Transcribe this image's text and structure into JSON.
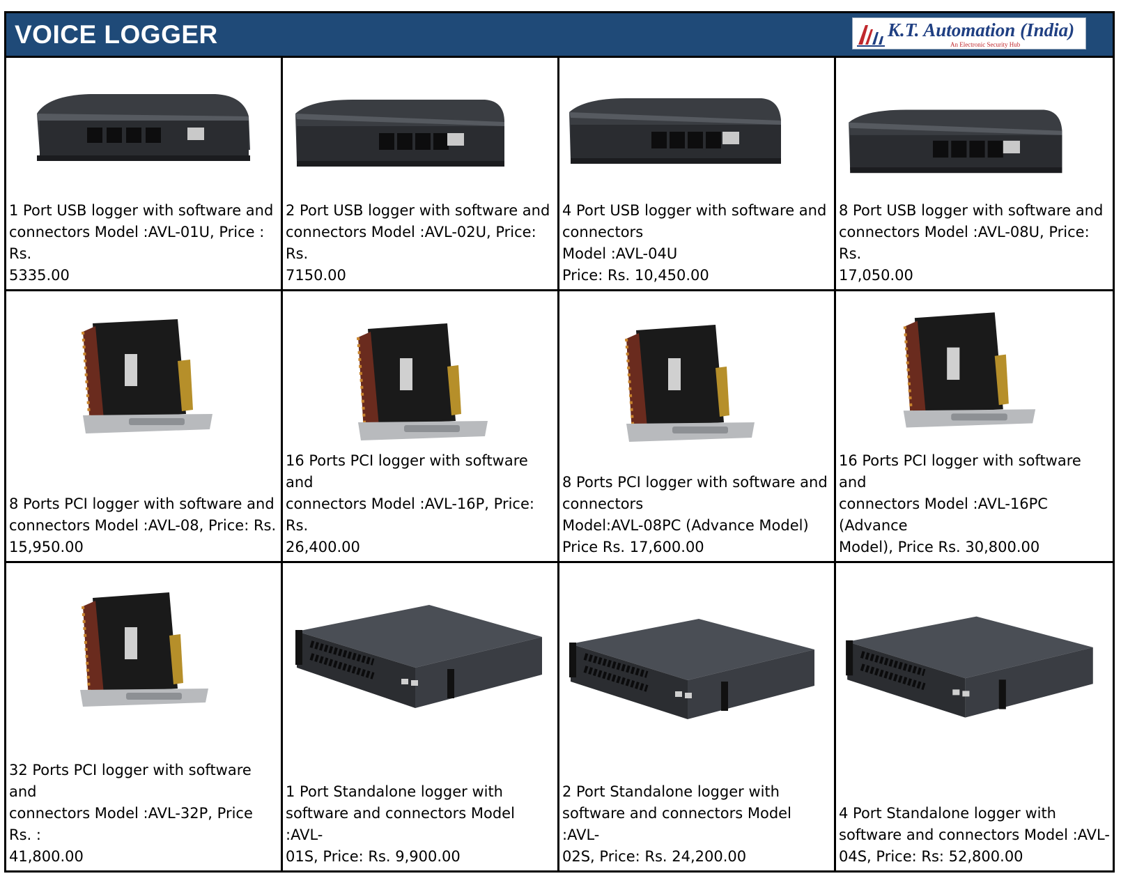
{
  "header": {
    "title": "VOICE LOGGER",
    "brand_name": "K.T. Automation (India)",
    "brand_tagline": "An Electronic Security Hub",
    "brand_bg_color": "#1f4a78"
  },
  "products": [
    {
      "caption": "1 Port USB logger with software and\nconnectors Model :AVL-01U, Price : Rs.\n5335.00",
      "image": "usb-logger"
    },
    {
      "caption": "2 Port USB logger with software and\nconnectors Model :AVL-02U, Price: Rs.\n7150.00",
      "image": "usb-logger"
    },
    {
      "caption": "4 Port USB logger with software and\nconnectors\nModel :AVL-04U\nPrice: Rs. 10,450.00",
      "image": "usb-logger"
    },
    {
      "caption": "8 Port USB logger with software and\nconnectors Model :AVL-08U, Price: Rs.\n17,050.00",
      "image": "usb-logger"
    },
    {
      "caption": "8 Ports PCI logger with software and\nconnectors Model :AVL-08, Price: Rs.\n15,950.00",
      "image": "pci-card"
    },
    {
      "caption": "16 Ports PCI logger with software and\nconnectors Model :AVL-16P, Price: Rs.\n26,400.00",
      "image": "pci-card"
    },
    {
      "caption": "8 Ports PCI logger with software and\nconnectors\nModel:AVL-08PC (Advance Model)\nPrice Rs. 17,600.00",
      "image": "pci-card"
    },
    {
      "caption": "16 Ports PCI logger with software and\nconnectors Model :AVL-16PC (Advance\nModel), Price Rs. 30,800.00",
      "image": "pci-card"
    },
    {
      "caption": "32 Ports PCI logger with software and\nconnectors Model :AVL-32P, Price Rs. :\n41,800.00",
      "image": "pci-card"
    },
    {
      "caption": "1 Port Standalone logger with\nsoftware and connectors Model :AVL-\n01S, Price: Rs. 9,900.00",
      "image": "rack-unit"
    },
    {
      "caption": "2 Port Standalone logger with\nsoftware and connectors Model :AVL-\n02S, Price: Rs. 24,200.00",
      "image": "rack-unit"
    },
    {
      "caption": "4 Port Standalone logger with\nsoftware and connectors Model :AVL-\n04S,  Price: Rs: 52,800.00",
      "image": "rack-unit"
    }
  ]
}
